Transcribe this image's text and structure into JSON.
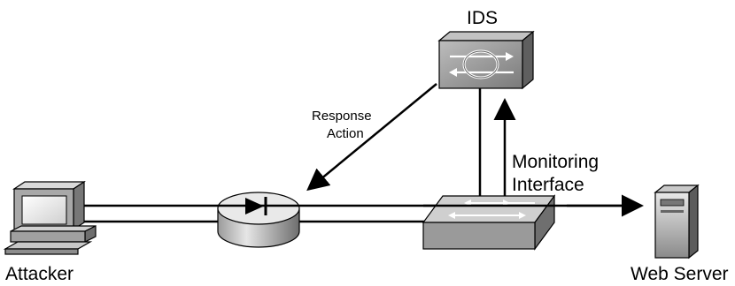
{
  "labels": {
    "ids": "IDS",
    "response_line1": "Response",
    "response_line2": "Action",
    "monitoring_line1": "Monitoring",
    "monitoring_line2": "Interface",
    "attacker": "Attacker",
    "web_server": "Web Server"
  },
  "colors": {
    "line": "#000000",
    "device_dark": "#6a6a6a",
    "device_mid": "#9a9a9a",
    "device_light": "#d2d2d2",
    "screen": "#f4f4f4"
  },
  "icons": {
    "attacker": "workstation-icon",
    "router": "router-icon",
    "switch": "switch-icon",
    "ids": "ids-sensor-icon",
    "server": "web-server-icon"
  }
}
